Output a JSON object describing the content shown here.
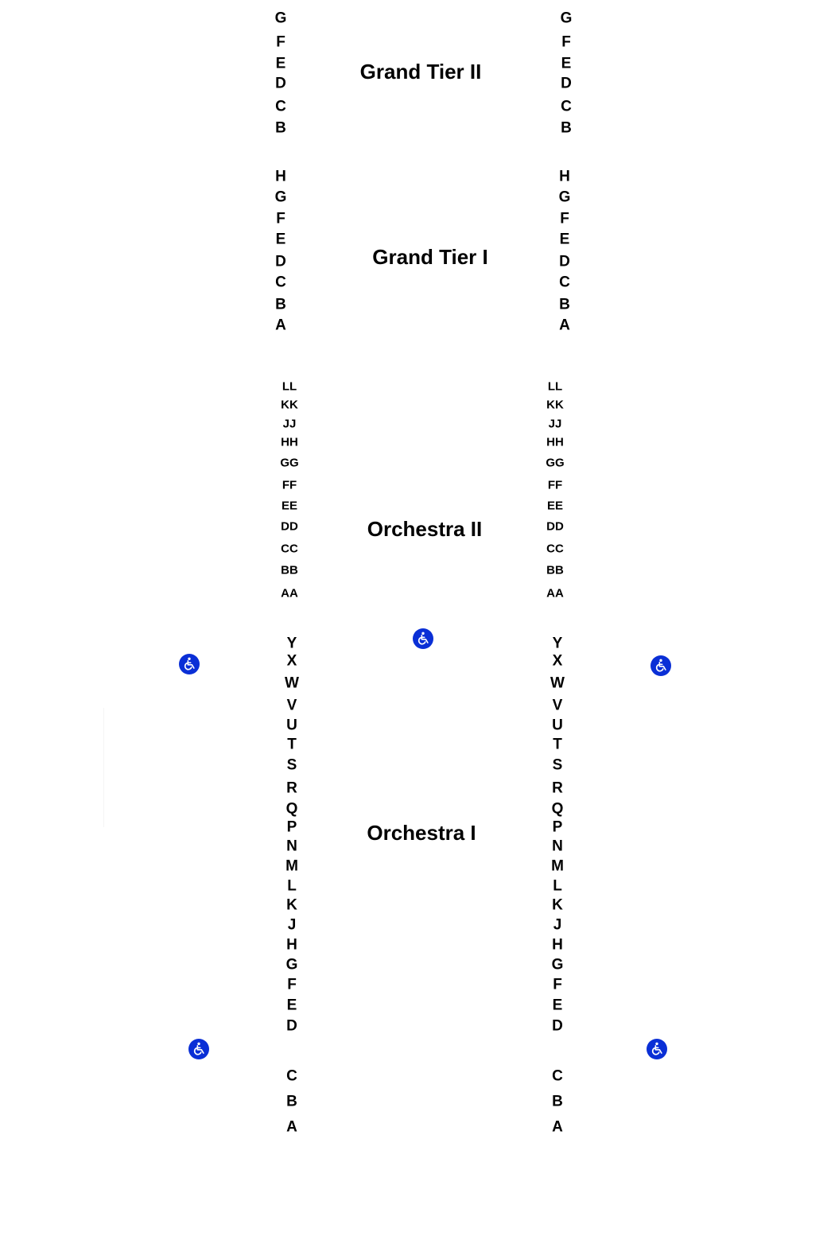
{
  "sections": {
    "grand_tier_2": {
      "title": "Grand Tier II",
      "rows": [
        "G",
        "F",
        "E",
        "D",
        "C",
        "B"
      ]
    },
    "grand_tier_1": {
      "title": "Grand Tier I",
      "rows": [
        "H",
        "G",
        "F",
        "E",
        "D",
        "C",
        "B",
        "A"
      ]
    },
    "orchestra_2": {
      "title": "Orchestra II",
      "rows": [
        "LL",
        "KK",
        "JJ",
        "HH",
        "GG",
        "FF",
        "EE",
        "DD",
        "CC",
        "BB",
        "AA"
      ]
    },
    "orchestra_1": {
      "title": "Orchestra I",
      "rows": [
        "Y",
        "X",
        "W",
        "V",
        "U",
        "T",
        "S",
        "R",
        "Q",
        "P",
        "N",
        "M",
        "L",
        "K",
        "J",
        "H",
        "G",
        "F",
        "E",
        "D",
        "C",
        "B",
        "A"
      ]
    }
  },
  "accessibility": {
    "icon": "wheelchair-icon",
    "color": "#0a2fd6"
  }
}
